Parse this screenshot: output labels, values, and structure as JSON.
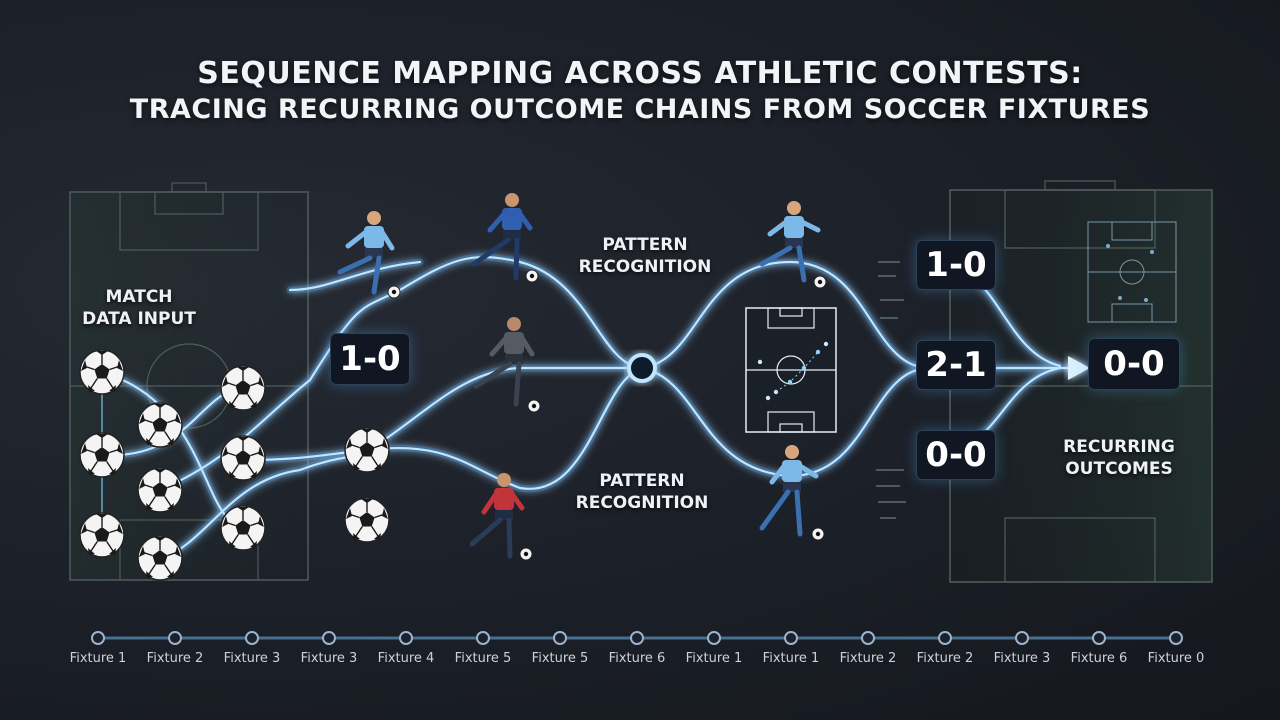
{
  "title": {
    "line1": "SEQUENCE MAPPING ACROSS ATHLETIC CONTESTS:",
    "line2": "TRACING RECURRING OUTCOME CHAINS FROM SOCCER FIXTURES"
  },
  "labels": {
    "input": [
      "MATCH",
      "DATA INPUT"
    ],
    "pattern_top": [
      "PATTERN",
      "RECOGNITION"
    ],
    "pattern_bottom": [
      "PATTERN",
      "RECOGNITION"
    ],
    "output": [
      "RECURRING",
      "OUTCOMES"
    ]
  },
  "scores": {
    "left": "1-0",
    "right_top": "1-0",
    "right_mid": "2-1",
    "right_bottom": "0-0",
    "final": "0-0"
  },
  "colors": {
    "flow": "#7cc4f5",
    "glow": "#3a8fd6",
    "player_light": "#7cb8e8",
    "player_dark": "#2f5fae",
    "player_grey": "#555b63",
    "player_red": "#c0343a"
  },
  "timeline": {
    "labels": [
      "Fixture 1",
      "Fixture 2",
      "Fixture 3",
      "Fixture 3",
      "Fixture 4",
      "Fixture 5",
      "Fixture 5",
      "Fixture 6",
      "Fixture 1",
      "Fixture 1",
      "Fixture 2",
      "Fixture 2",
      "Fixture 3",
      "Fixture 6",
      "Fixture 0"
    ]
  }
}
